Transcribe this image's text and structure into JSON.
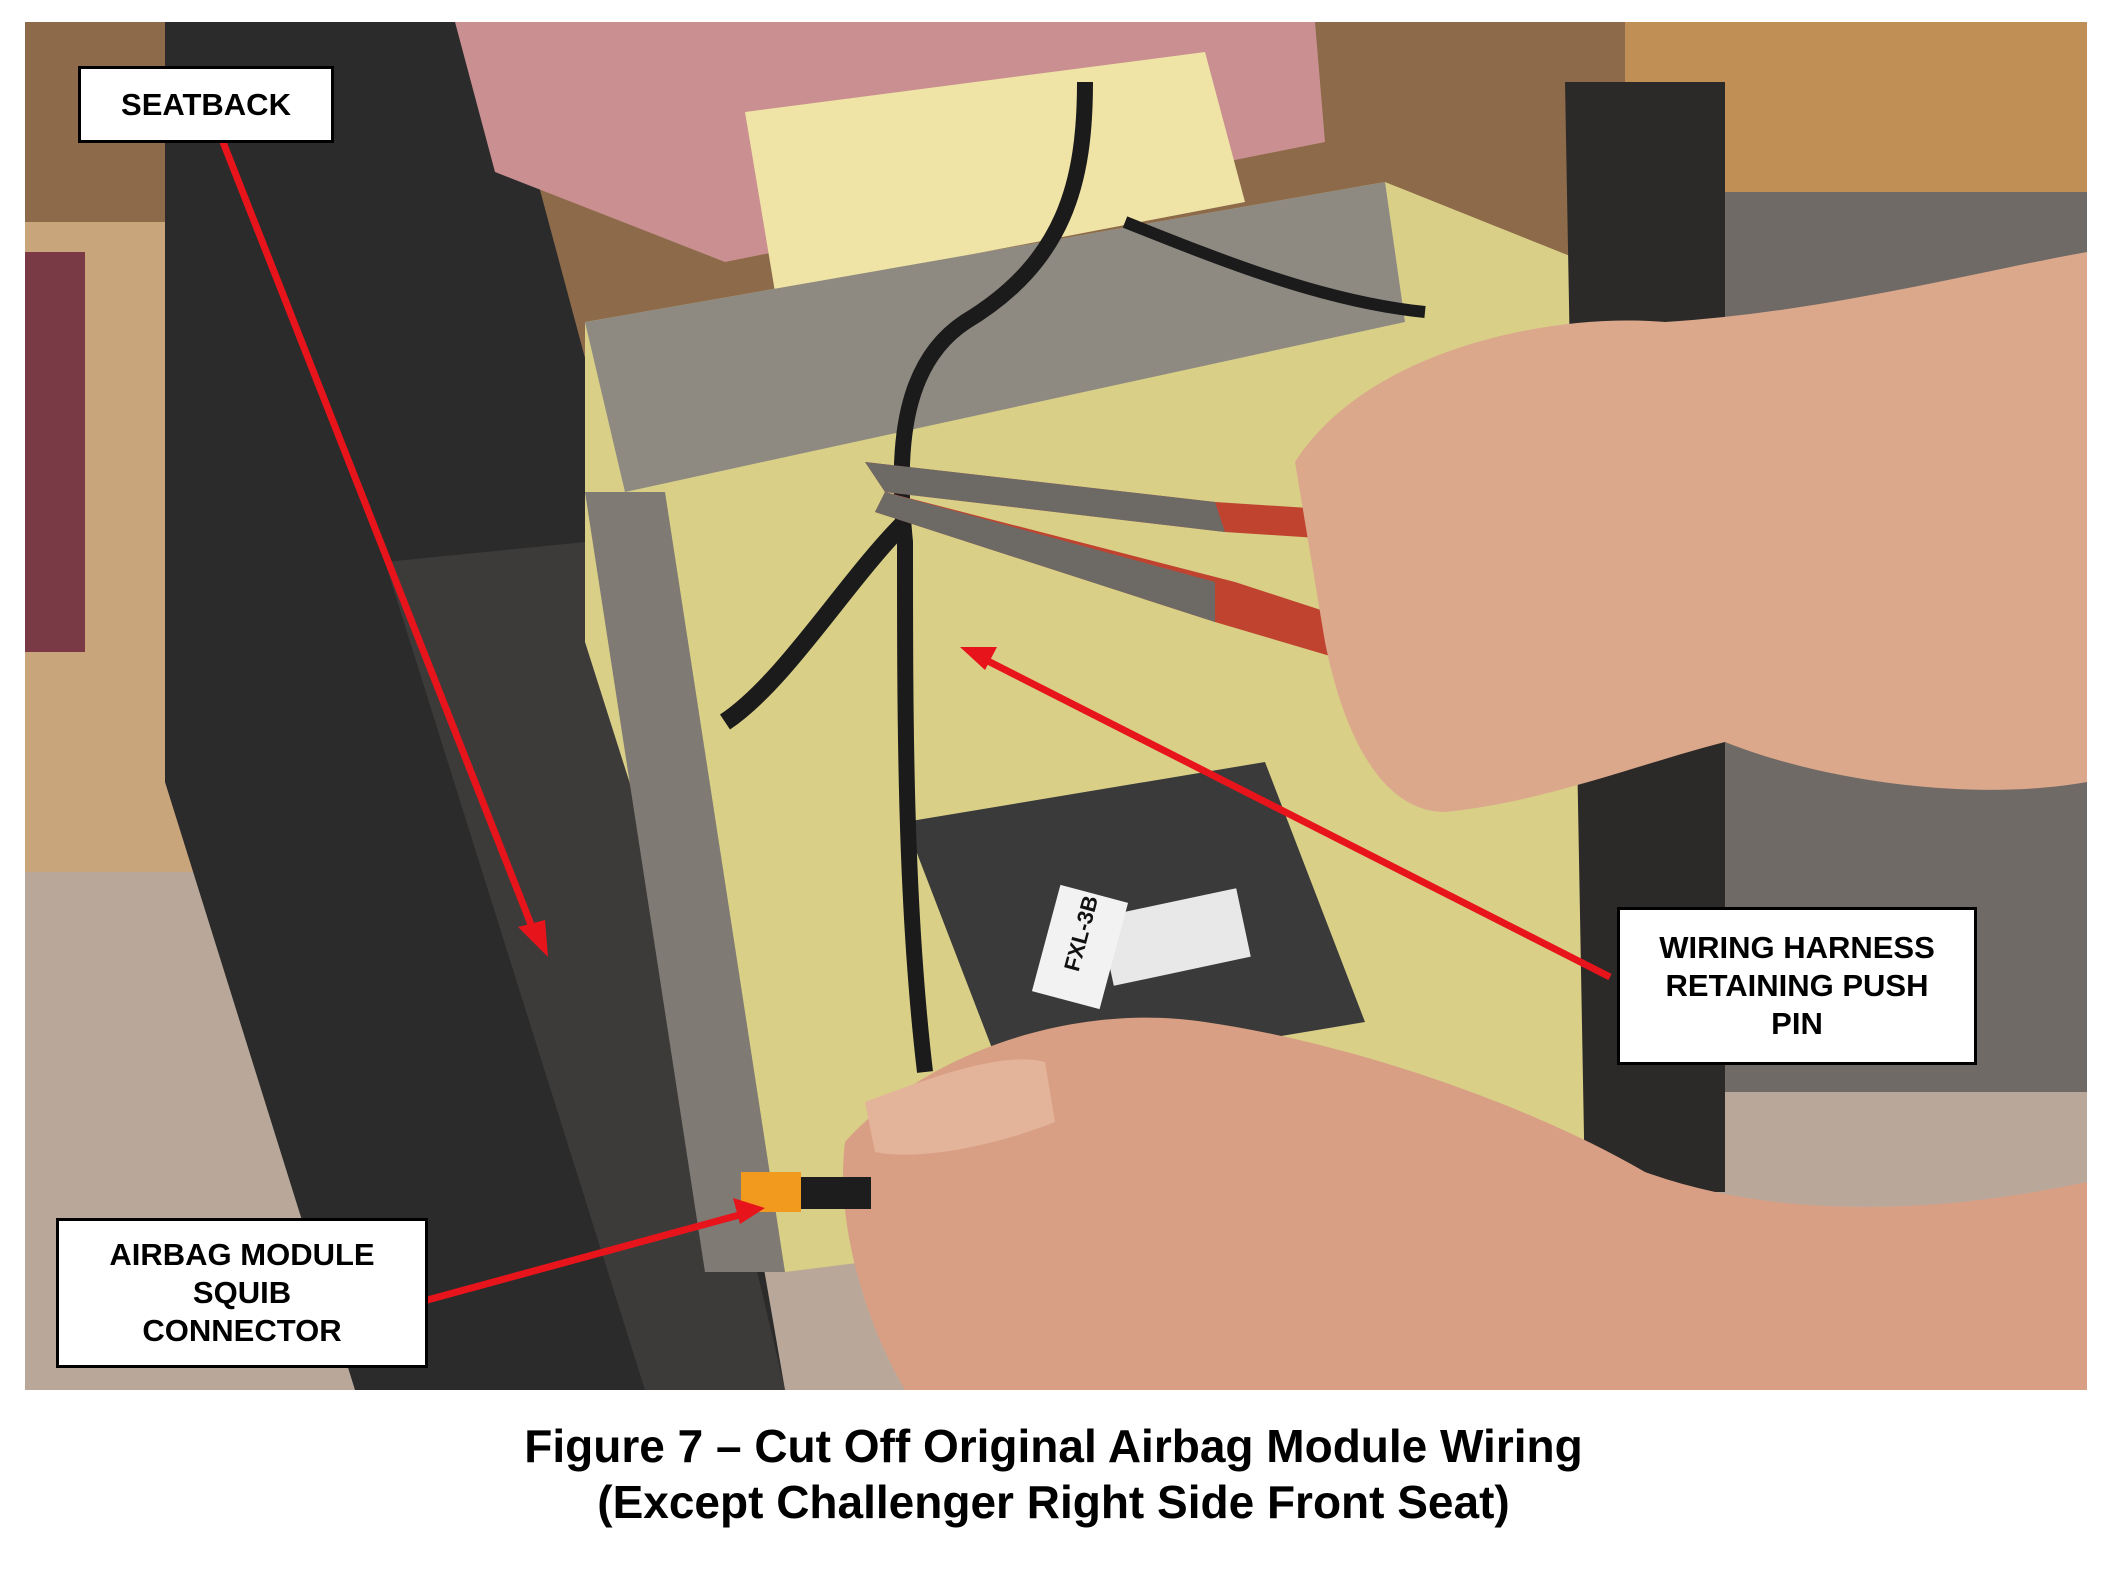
{
  "figure": {
    "caption_line1": "Figure 7 – Cut Off Original Airbag Module Wiring",
    "caption_line2": "(Except Challenger Right Side Front Seat)"
  },
  "callouts": {
    "seatback": {
      "lines": [
        "SEATBACK"
      ]
    },
    "push_pin": {
      "lines": [
        "WIRING HARNESS",
        "RETAINING PUSH",
        "PIN"
      ]
    },
    "squib": {
      "lines": [
        "AIRBAG MODULE",
        "SQUIB",
        "CONNECTOR"
      ]
    }
  },
  "photo_label_text": {
    "tag_line1": "FXL-3B"
  },
  "colors": {
    "arrow": "#e8141b",
    "callout_border": "#000000",
    "caption_text": "#000000"
  }
}
